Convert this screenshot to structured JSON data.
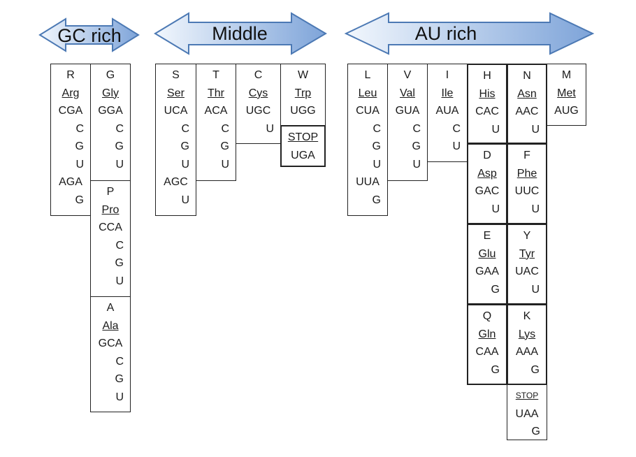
{
  "arrows": {
    "gc_rich": "GC rich",
    "middle": "Middle",
    "au_rich": "AU rich"
  },
  "colors": {
    "arrow_light": "#f2f7fd",
    "arrow_dark": "#7ea4d9",
    "arrow_stroke": "#4c79b4"
  },
  "boxes": [
    {
      "id": "R",
      "lines": [
        [
          "c",
          "R"
        ],
        [
          "cu",
          "Arg"
        ],
        [
          "c",
          "CGA"
        ],
        [
          "r",
          "C"
        ],
        [
          "r",
          "G"
        ],
        [
          "r",
          "U"
        ],
        [
          "c",
          "AGA"
        ],
        [
          "r",
          "G"
        ]
      ]
    },
    {
      "id": "G",
      "lines": [
        [
          "c",
          "G"
        ],
        [
          "cu",
          "Gly"
        ],
        [
          "c",
          "GGA"
        ],
        [
          "r",
          "C"
        ],
        [
          "r",
          "G"
        ],
        [
          "r",
          "U"
        ]
      ]
    },
    {
      "id": "P",
      "lines": [
        [
          "c",
          "P"
        ],
        [
          "cu",
          "Pro"
        ],
        [
          "c",
          "CCA"
        ],
        [
          "r",
          "C"
        ],
        [
          "r",
          "G"
        ],
        [
          "r",
          "U"
        ]
      ]
    },
    {
      "id": "A",
      "lines": [
        [
          "c",
          "A"
        ],
        [
          "cu",
          "Ala"
        ],
        [
          "c",
          "GCA"
        ],
        [
          "r",
          "C"
        ],
        [
          "r",
          "G"
        ],
        [
          "r",
          "U"
        ]
      ]
    },
    {
      "id": "S",
      "lines": [
        [
          "c",
          "S"
        ],
        [
          "cu",
          "Ser"
        ],
        [
          "c",
          "UCA"
        ],
        [
          "r",
          "C"
        ],
        [
          "r",
          "G"
        ],
        [
          "r",
          "U"
        ],
        [
          "c",
          "AGC"
        ],
        [
          "r",
          "U"
        ]
      ]
    },
    {
      "id": "T",
      "lines": [
        [
          "c",
          "T"
        ],
        [
          "cu",
          "Thr"
        ],
        [
          "c",
          "ACA"
        ],
        [
          "r",
          "C"
        ],
        [
          "r",
          "G"
        ],
        [
          "r",
          "U"
        ]
      ]
    },
    {
      "id": "C",
      "lines": [
        [
          "c",
          "C"
        ],
        [
          "cu",
          "Cys"
        ],
        [
          "c",
          "UGC"
        ],
        [
          "r",
          "U"
        ]
      ]
    },
    {
      "id": "W",
      "lines": [
        [
          "c",
          "W"
        ],
        [
          "cu",
          "Trp"
        ],
        [
          "c",
          "UGG"
        ]
      ]
    },
    {
      "id": "STOP1",
      "lines": [
        [
          "cu",
          "STOP"
        ],
        [
          "c",
          "UGA"
        ]
      ]
    },
    {
      "id": "L",
      "lines": [
        [
          "c",
          "L"
        ],
        [
          "cu",
          "Leu"
        ],
        [
          "c",
          "CUA"
        ],
        [
          "r",
          "C"
        ],
        [
          "r",
          "G"
        ],
        [
          "r",
          "U"
        ],
        [
          "c",
          "UUA"
        ],
        [
          "r",
          "G"
        ]
      ]
    },
    {
      "id": "V",
      "lines": [
        [
          "c",
          "V"
        ],
        [
          "cu",
          "Val"
        ],
        [
          "c",
          "GUA"
        ],
        [
          "r",
          "C"
        ],
        [
          "r",
          "G"
        ],
        [
          "r",
          "U"
        ]
      ]
    },
    {
      "id": "I",
      "lines": [
        [
          "c",
          "I"
        ],
        [
          "cu",
          "Ile"
        ],
        [
          "c",
          "AUA"
        ],
        [
          "r",
          "C"
        ],
        [
          "r",
          "U"
        ]
      ]
    },
    {
      "id": "H",
      "lines": [
        [
          "c",
          "H"
        ],
        [
          "cu",
          "His"
        ],
        [
          "c",
          "CAC"
        ],
        [
          "r",
          "U"
        ]
      ]
    },
    {
      "id": "N",
      "lines": [
        [
          "c",
          "N"
        ],
        [
          "cu",
          "Asn"
        ],
        [
          "c",
          "AAC"
        ],
        [
          "r",
          "U"
        ]
      ]
    },
    {
      "id": "M",
      "lines": [
        [
          "c",
          "M"
        ],
        [
          "cu",
          "Met"
        ],
        [
          "c",
          "AUG"
        ]
      ]
    },
    {
      "id": "D",
      "lines": [
        [
          "c",
          "D"
        ],
        [
          "cu",
          "Asp"
        ],
        [
          "c",
          "GAC"
        ],
        [
          "r",
          "U"
        ]
      ]
    },
    {
      "id": "F",
      "lines": [
        [
          "c",
          "F"
        ],
        [
          "cu",
          "Phe"
        ],
        [
          "c",
          "UUC"
        ],
        [
          "r",
          "U"
        ]
      ]
    },
    {
      "id": "E",
      "lines": [
        [
          "c",
          "E"
        ],
        [
          "cu",
          "Glu"
        ],
        [
          "c",
          "GAA"
        ],
        [
          "r",
          "G"
        ]
      ]
    },
    {
      "id": "Y",
      "lines": [
        [
          "c",
          "Y"
        ],
        [
          "cu",
          "Tyr"
        ],
        [
          "c",
          "UAC"
        ],
        [
          "r",
          "U"
        ]
      ]
    },
    {
      "id": "Q",
      "lines": [
        [
          "c",
          "Q"
        ],
        [
          "cu",
          "Gln"
        ],
        [
          "c",
          "CAA"
        ],
        [
          "r",
          "G"
        ]
      ]
    },
    {
      "id": "K",
      "lines": [
        [
          "c",
          "K"
        ],
        [
          "cu",
          "Lys"
        ],
        [
          "c",
          "AAA"
        ],
        [
          "r",
          "G"
        ]
      ]
    },
    {
      "id": "STOP2",
      "lines": [
        [
          "csu",
          "STOP"
        ],
        [
          "c",
          "UAA"
        ],
        [
          "r",
          "G"
        ]
      ]
    }
  ]
}
